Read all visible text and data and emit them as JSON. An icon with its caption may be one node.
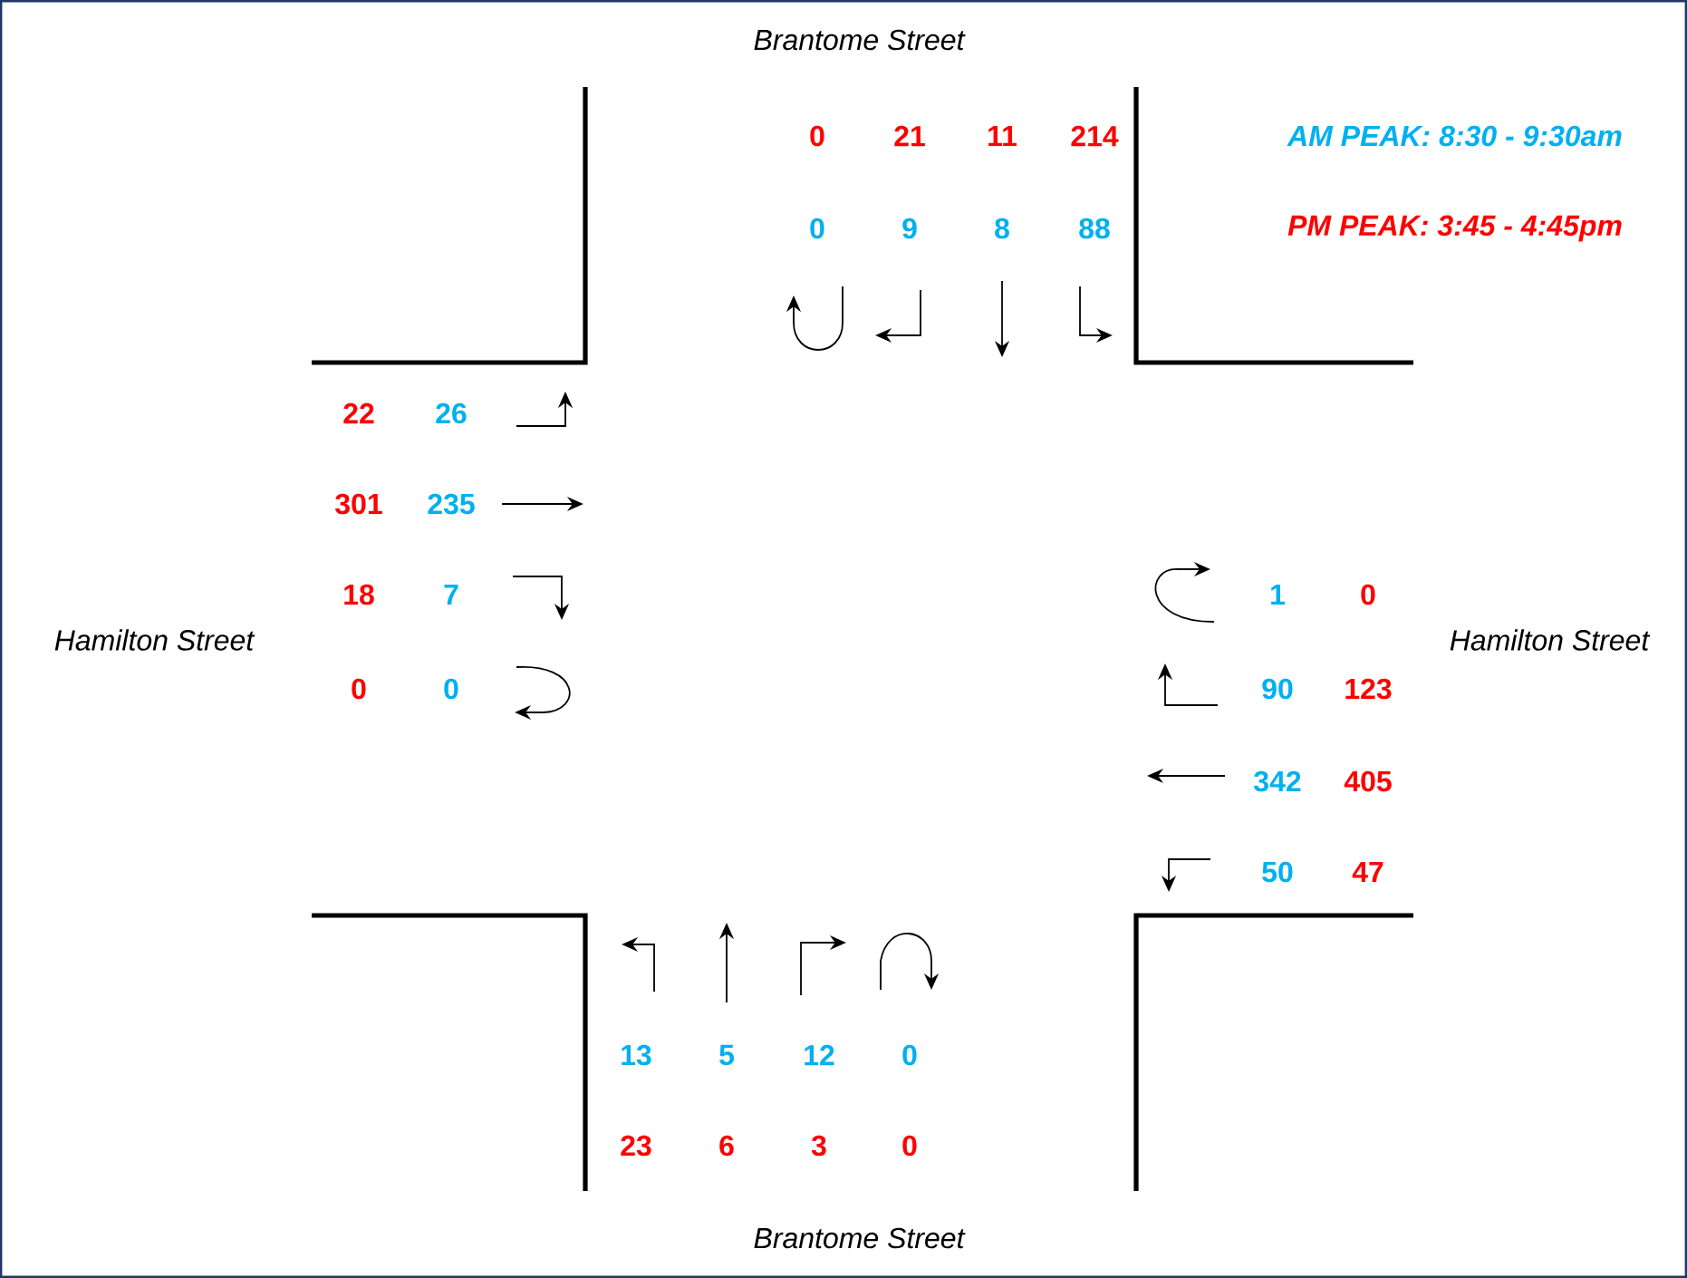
{
  "diagram": {
    "labels": [
      "Brantome Street",
      "0",
      "21",
      "11",
      "214",
      "0",
      "9",
      "8",
      "88",
      "22",
      "26",
      "301",
      "235",
      "18",
      "7",
      "Hamilton Street",
      "0",
      "0",
      "1",
      "0",
      "Hamilton Street",
      "90",
      "123",
      "342",
      "405",
      "50",
      "47",
      "13",
      "5",
      "12",
      "0",
      "23",
      "6",
      "3",
      "0",
      "Brantome Street"
    ],
    "legend": [
      {
        "text": "AM PEAK: 8:30 - 9:30am",
        "color": "#00b0f0"
      },
      {
        "text": "PM PEAK: 3:45 - 4:45pm",
        "color": "#ff0000"
      }
    ]
  }
}
